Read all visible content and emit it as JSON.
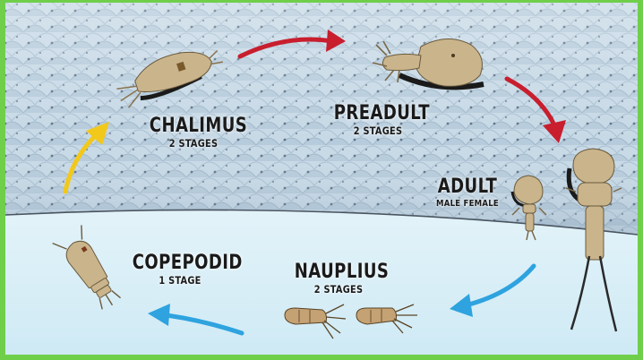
{
  "stages": [
    {
      "name": "CHALIMUS",
      "detail": "2 STAGES"
    },
    {
      "name": "PREADULT",
      "detail": "2 STAGES"
    },
    {
      "name": "ADULT",
      "detail": "MALE  FEMALE"
    },
    {
      "name": "NAUPLIUS",
      "detail": "2 STAGES"
    },
    {
      "name": "COPEPODID",
      "detail": "1 STAGE"
    }
  ],
  "colors": {
    "border": "#6fcf4a",
    "skin": "#c4d6e2",
    "water": "#eaf6fb",
    "louse_body": "#c9b48c",
    "arrow_red": "#c81e2e",
    "arrow_blue": "#2ea3df",
    "arrow_yellow": "#f2c81a"
  },
  "icons": [
    "chalimus-louse-icon",
    "preadult-louse-icon",
    "adult-male-louse-icon",
    "adult-female-louse-icon",
    "nauplius-larva-icon",
    "copepodid-larva-icon"
  ]
}
